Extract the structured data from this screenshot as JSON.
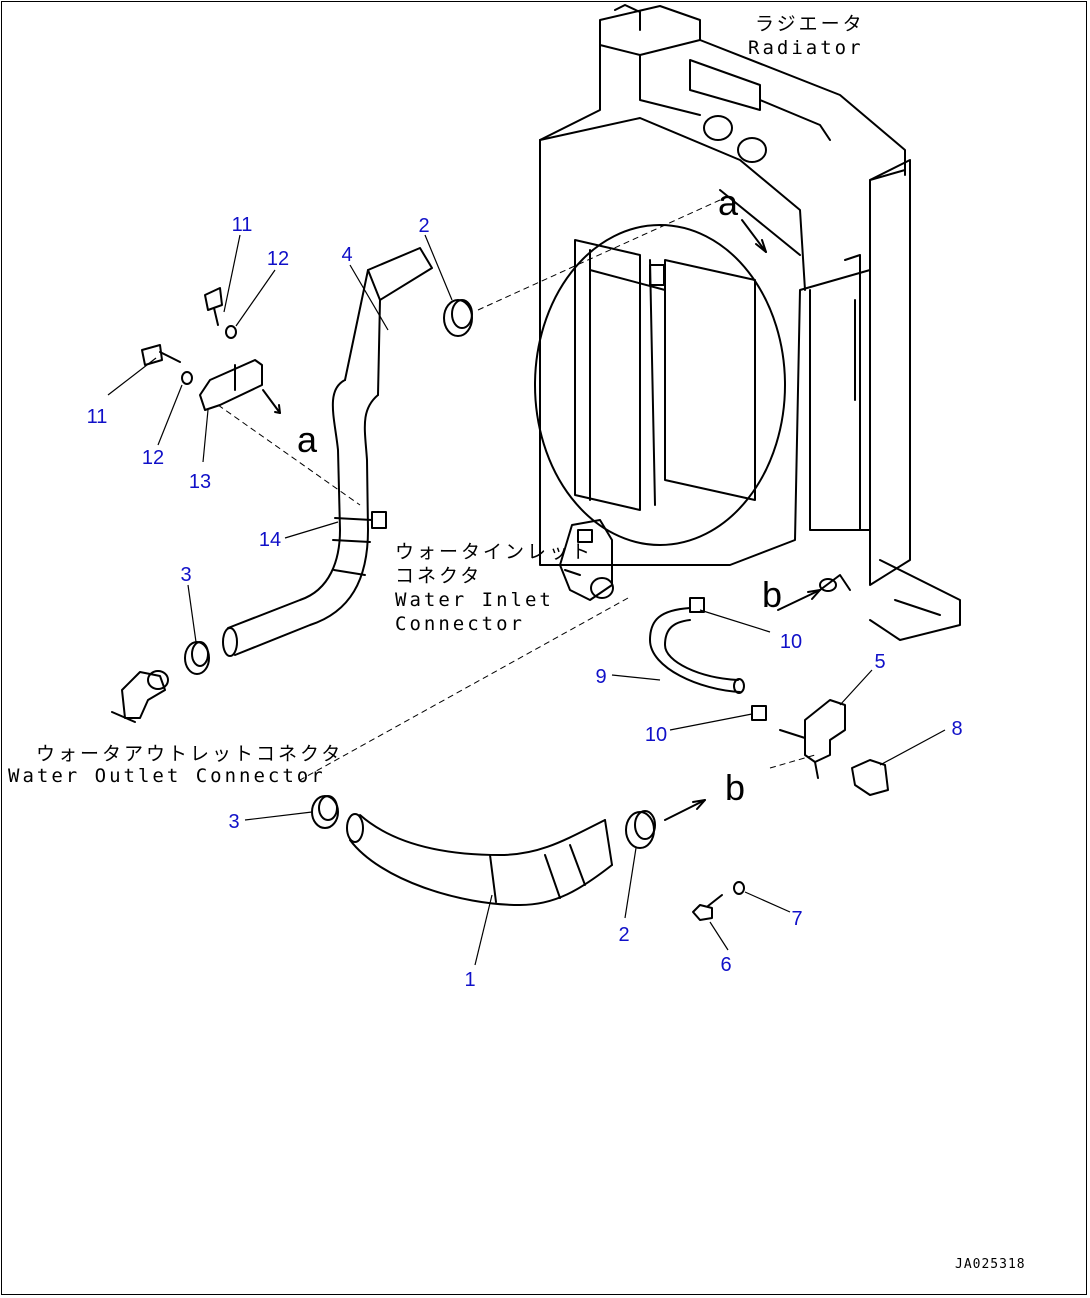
{
  "labels": {
    "radiator_jp": "ラジエータ",
    "radiator_en": "Radiator",
    "inlet_jp_1": "ウォータインレット",
    "inlet_jp_2": "コネクタ",
    "inlet_en_1": "Water Inlet",
    "inlet_en_2": "Connector",
    "outlet_jp": "ウォータアウトレットコネクタ",
    "outlet_en": "Water Outlet Connector",
    "ref_a": "a",
    "ref_b": "b",
    "drawing_code": "JA025318"
  },
  "callouts": [
    "1",
    "2",
    "2",
    "3",
    "3",
    "4",
    "5",
    "6",
    "7",
    "8",
    "9",
    "10",
    "10",
    "11",
    "11",
    "12",
    "12",
    "13",
    "14"
  ],
  "colors": {
    "callout": "#1010c8",
    "line": "#000000"
  }
}
